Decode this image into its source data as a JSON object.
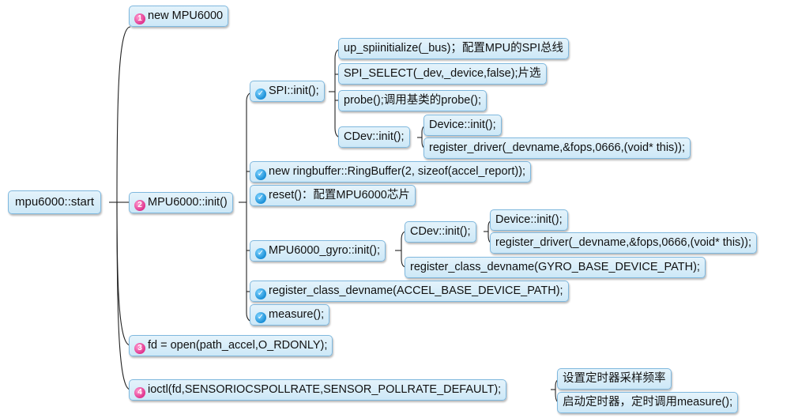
{
  "root": {
    "label": "mpu6000::start"
  },
  "branches": [
    {
      "number": "1",
      "label": "new MPU6000"
    },
    {
      "number": "2",
      "label": "MPU6000::init()"
    },
    {
      "number": "3",
      "label": "fd = open(path_accel,O_RDONLY);"
    },
    {
      "number": "4",
      "label": "ioctl(fd,SENSORIOCSPOLLRATE,SENSOR_POLLRATE_DEFAULT);"
    }
  ],
  "init_steps": {
    "spi_init": "SPI::init();",
    "ringbuffer": "new ringbuffer::RingBuffer(2, sizeof(accel_report));",
    "reset": "reset()：配置MPU6000芯片",
    "gyro_init": "MPU6000_gyro::init();",
    "register_accel": "register_class_devname(ACCEL_BASE_DEVICE_PATH);",
    "measure": "measure();"
  },
  "spi_children": {
    "up_spi": "up_spiinitialize(_bus)；配置MPU的SPI总线",
    "spi_select": "SPI_SELECT(_dev,_device,false);片选",
    "probe": "probe();调用基类的probe();",
    "cdev_init": "CDev::init();"
  },
  "spi_cdev_children": {
    "device_init": "Device::init();",
    "register_driver": "register_driver(_devname,&fops,0666,(void* this));"
  },
  "gyro_children": {
    "cdev_init": "CDev::init();",
    "register_gyro": "register_class_devname(GYRO_BASE_DEVICE_PATH);"
  },
  "gyro_cdev_children": {
    "device_init": "Device::init();",
    "register_driver": "register_driver(_devname,&fops,0666,(void* this));"
  },
  "ioctl_children": {
    "set_timer": "设置定时器采样频率",
    "start_timer": "启动定时器，定时调用measure();"
  },
  "icons": {
    "numbered": "number-badge-icon",
    "done": "check-icon"
  },
  "colors": {
    "node_fill": "#d6edf9",
    "node_border": "#7fb8de",
    "line": "#222222",
    "number_badge": "#e0338d",
    "check_badge": "#1a8fd6"
  }
}
